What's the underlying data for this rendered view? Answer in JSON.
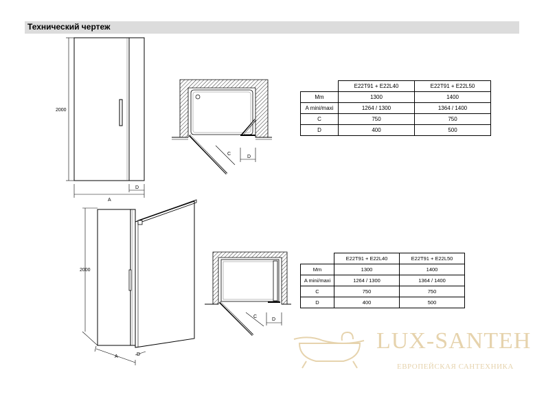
{
  "header": {
    "title": "Технический чертеж"
  },
  "drawing_top": {
    "height_label": "2000",
    "width_label": "A",
    "depth_label": "D"
  },
  "plan_top": {
    "c_label": "C",
    "d_label": "D"
  },
  "table_top": {
    "columns": [
      "E22T91 + E22L40",
      "E22T91 + E22L50"
    ],
    "rows": [
      {
        "label": "Mm",
        "values": [
          "1300",
          "1400"
        ]
      },
      {
        "label": "A mini/maxi",
        "values": [
          "1264 / 1300",
          "1364 / 1400"
        ]
      },
      {
        "label": "C",
        "values": [
          "750",
          "750"
        ]
      },
      {
        "label": "D",
        "values": [
          "400",
          "500"
        ]
      }
    ]
  },
  "drawing_bottom": {
    "height_label": "2000",
    "width_label": "A",
    "depth_label": "D"
  },
  "plan_bottom": {
    "c_label": "C",
    "d_label": "D"
  },
  "table_bottom": {
    "columns": [
      "E22T91 + E22L40",
      "E22T91 + E22L50"
    ],
    "rows": [
      {
        "label": "Mm",
        "values": [
          "1300",
          "1400"
        ]
      },
      {
        "label": "A mini/maxi",
        "values": [
          "1264 / 1300",
          "1364 / 1400"
        ]
      },
      {
        "label": "C",
        "values": [
          "750",
          "750"
        ]
      },
      {
        "label": "D",
        "values": [
          "400",
          "500"
        ]
      }
    ]
  },
  "watermark": {
    "brand": "LUX-SANTEH",
    "tagline": "ЕВРОПЕЙСКАЯ САНТЕХНИКА",
    "color": "#e6d3ad"
  }
}
